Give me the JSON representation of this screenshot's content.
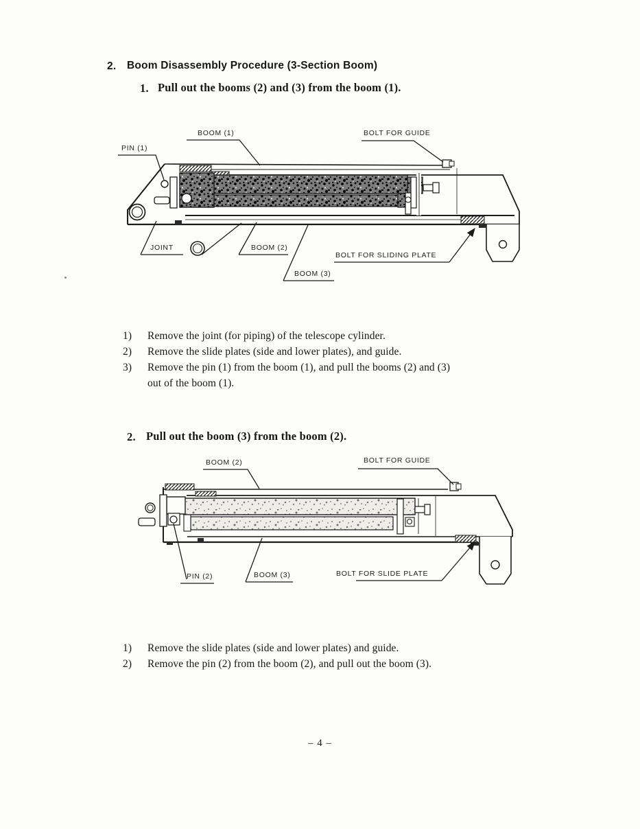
{
  "colors": {
    "ink": "#1b1b1b",
    "paper": "#fdfdfb"
  },
  "header": {
    "number": "2.",
    "title": "Boom Disassembly Procedure (3-Section Boom)"
  },
  "step1": {
    "num": "1.",
    "text": "Pull out the booms (2) and (3) from the boom (1)."
  },
  "list1": [
    {
      "num": "1)",
      "lines": [
        "Remove the joint (for piping) of the telescope cylinder."
      ]
    },
    {
      "num": "2)",
      "lines": [
        "Remove the slide plates (side and lower plates), and guide."
      ]
    },
    {
      "num": "3)",
      "lines": [
        "Remove the pin (1) from the boom (1), and pull the booms (2) and (3)",
        "out of the boom (1)."
      ]
    }
  ],
  "step2": {
    "num": "2.",
    "text": "Pull out the boom (3) from the boom (2)."
  },
  "list2": [
    {
      "num": "1)",
      "lines": [
        "Remove the slide plates (side and lower plates) and guide."
      ]
    },
    {
      "num": "2)",
      "lines": [
        "Remove the pin (2) from the boom (2), and pull out the boom (3)."
      ]
    }
  ],
  "diagram1": {
    "labels": {
      "boom1": "BOOM (1)",
      "bolt_for_guide": "BOLT FOR GUIDE",
      "pin1": "PIN (1)",
      "joint": "JOINT",
      "boom2": "BOOM (2)",
      "bolt_for_sliding_plate": "BOLT FOR SLIDING PLATE",
      "boom3": "BOOM (3)"
    }
  },
  "diagram2": {
    "labels": {
      "boom2": "BOOM (2)",
      "bolt_for_guide": "BOLT FOR GUIDE",
      "pin2": "PIN (2)",
      "boom3": "BOOM (3)",
      "bolt_for_slide_plate": "BOLT FOR SLIDE PLATE"
    }
  },
  "footer": {
    "page_number": "– 4 –"
  }
}
